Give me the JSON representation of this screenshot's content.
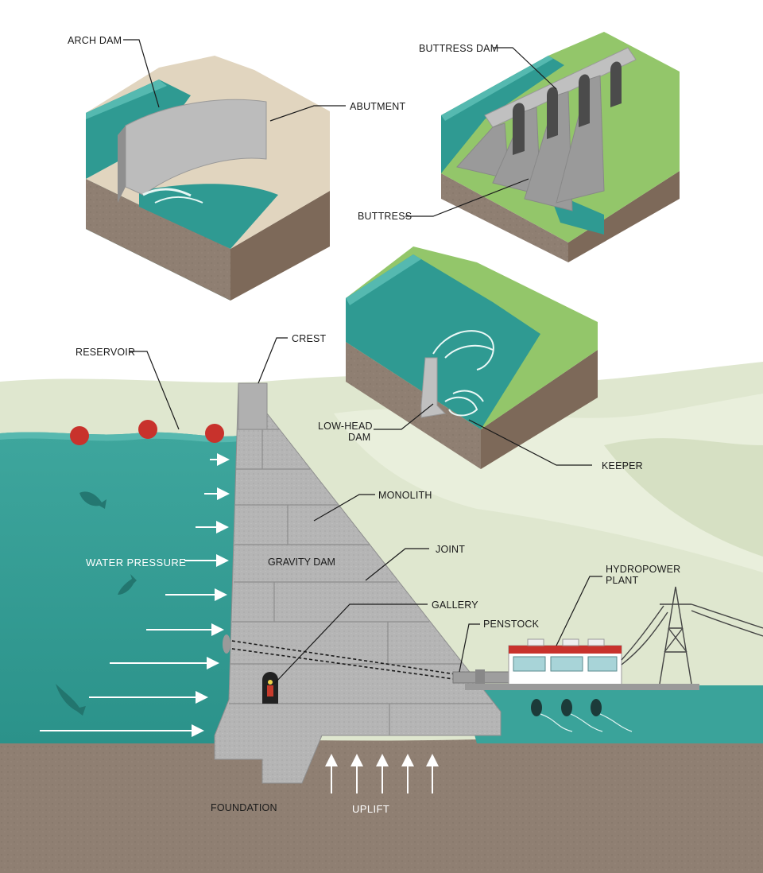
{
  "labels": {
    "arch_dam": "ARCH DAM",
    "abutment": "ABUTMENT",
    "buttress_dam": "BUTTRESS DAM",
    "buttress": "BUTTRESS",
    "reservoir": "RESERVOIR",
    "crest": "CREST",
    "low_head_dam_1": "LOW-HEAD",
    "low_head_dam_2": "DAM",
    "keeper": "KEEPER",
    "monolith": "MONOLITH",
    "joint": "JOINT",
    "gravity_dam": "GRAVITY DAM",
    "water_pressure": "WATER PRESSURE",
    "gallery": "GALLERY",
    "penstock": "PENSTOCK",
    "hydropower_1": "HYDROPOWER",
    "hydropower_2": "PLANT",
    "foundation": "FOUNDATION",
    "uplift": "UPLIFT"
  },
  "colors": {
    "water": "#2f9a92",
    "water_light": "#55b9b0",
    "hills": "#dfe7cf",
    "ground": "#8f7f72",
    "earth_side": "#8a7565",
    "concrete": "#b3b3b3",
    "grass": "#93c66a",
    "buoy": "#c8322c"
  }
}
